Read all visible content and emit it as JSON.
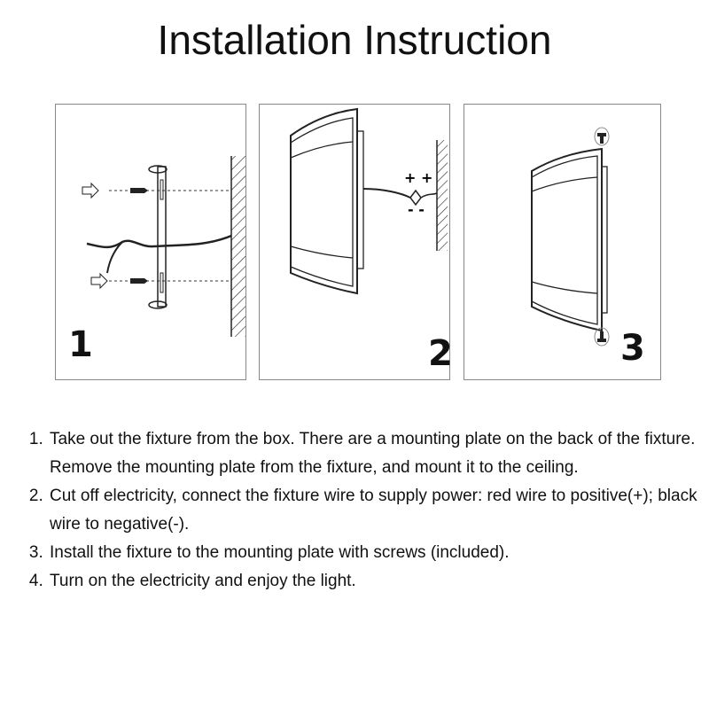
{
  "title": "Installation Instruction",
  "panels": [
    {
      "number": "1"
    },
    {
      "number": "2",
      "plus_label": "+ +",
      "minus_label": "- -"
    },
    {
      "number": "3"
    }
  ],
  "steps": [
    "Take out the fixture from the box. There are a mounting plate on the back of the fixture. Remove the mounting plate from the fixture, and mount it to the ceiling.",
    "Cut off electricity, connect the fixture wire to supply power: red wire to positive(+); black wire to negative(-).",
    "Install the fixture to the mounting plate with screws (included).",
    "Turn on the electricity and enjoy the light."
  ]
}
